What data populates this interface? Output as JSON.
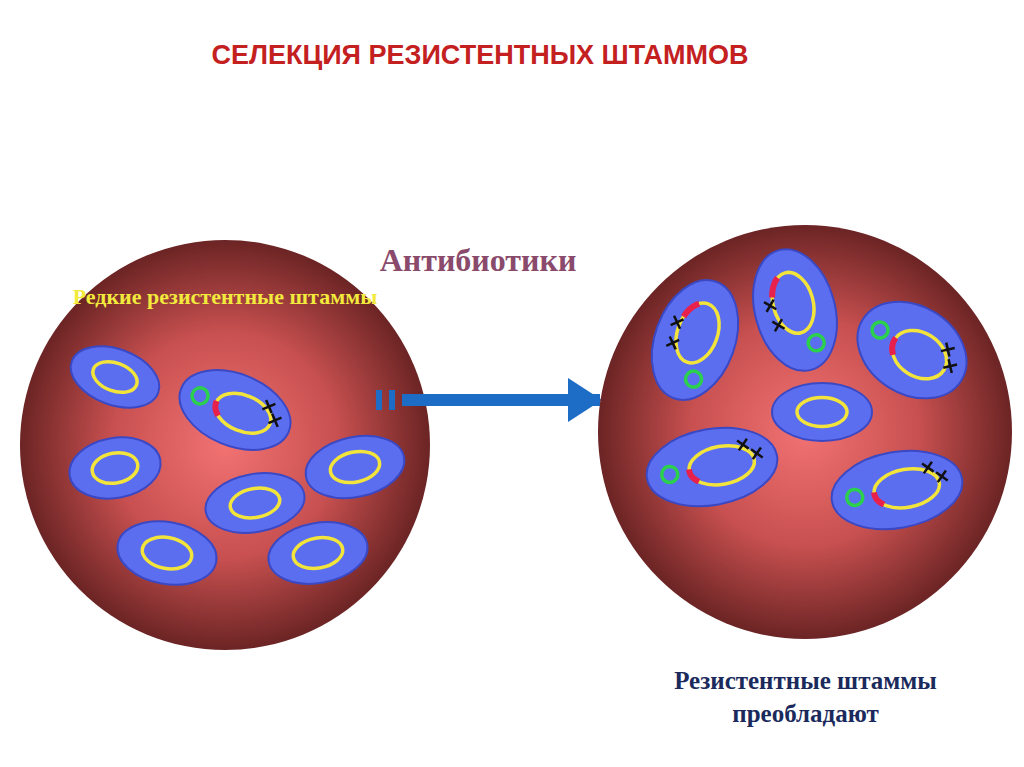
{
  "diagram": {
    "title": "СЕЛЕКЦИЯ РЕЗИСТЕНТНЫХ ШТАММОВ",
    "nodes": [
      {
        "text": [
          "Редкие резистентные штаммы"
        ]
      },
      {
        "text": [
          "Резистентные штаммы преобладают"
        ]
      }
    ],
    "edges": [
      {
        "from": 0,
        "to": 1,
        "label": "Антибиотики",
        "arrow": "to"
      }
    ]
  }
}
